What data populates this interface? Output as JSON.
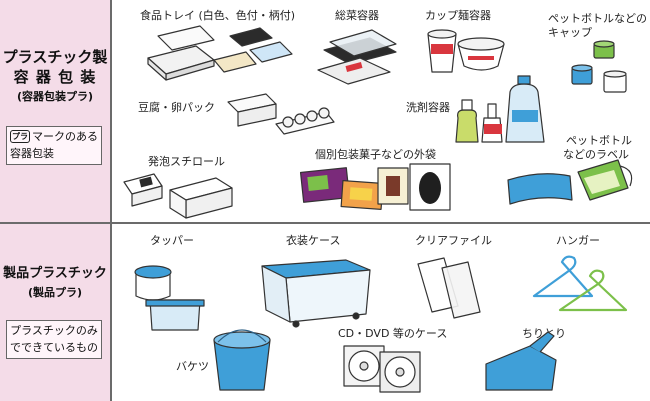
{
  "container_packaging": {
    "title_line1": "プラスチック製",
    "title_line2": "容 器 包 装",
    "subtitle": "(容器包装プラ)",
    "mark_icon": "pla-recycling-mark",
    "mark_text": "プラ",
    "note_line1": "マークのある",
    "note_line2": "容器包装",
    "items": {
      "food_tray": "食品トレイ (白色、色付・柄付)",
      "deli_container": "総菜容器",
      "cup_noodle": "カップ麺容器",
      "bottle_cap_1": "ペットボトルなどの",
      "bottle_cap_2": "キャップ",
      "tofu_egg": "豆腐・卵パック",
      "detergent": "洗剤容器",
      "styrofoam": "発泡スチロール",
      "snack_wrap": "個別包装菓子などの外袋",
      "bottle_label_1": "ペットボトル",
      "bottle_label_2": "などのラベル"
    }
  },
  "product_plastic": {
    "title_line1": "製品プラスチック",
    "subtitle": "(製品プラ)",
    "note_line1": "プラスチックのみ",
    "note_line2": "でできているもの",
    "items": {
      "tupper": "タッパー",
      "clothes_case": "衣装ケース",
      "clear_file": "クリアファイル",
      "hanger": "ハンガー",
      "bucket": "バケツ",
      "cd_dvd_case": "CD・DVD 等のケース",
      "dustpan": "ちりとり"
    }
  },
  "colors": {
    "sidebar_bg": "#f4dce8",
    "divider": "#6b6b6b",
    "blue": "#3f9fd8",
    "green": "#7cc04a",
    "red": "#d9363e"
  }
}
